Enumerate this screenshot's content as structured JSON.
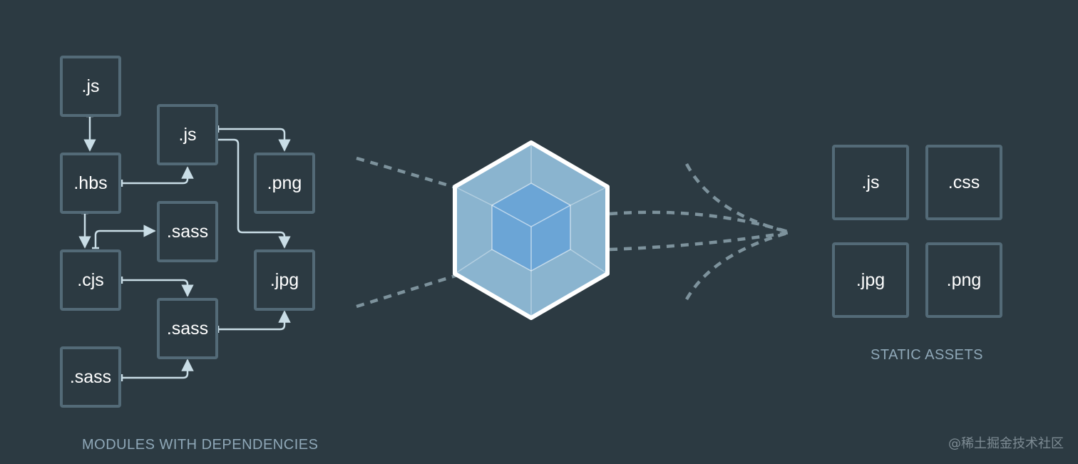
{
  "colors": {
    "background": "#2c3a42",
    "box_border": "#536a77",
    "arrow": "#c9dde6",
    "dashed": "#7d929c",
    "cube_outer": "#8ab4cf",
    "cube_inner": "#6ba5d6",
    "text": "#ffffff",
    "label": "#8fa8b8"
  },
  "modules": {
    "js_top": ".js",
    "hbs": ".hbs",
    "cjs": ".cjs",
    "sass_bottom": ".sass",
    "js_mid": ".js",
    "sass_mid": ".sass",
    "sass_low": ".sass",
    "png": ".png",
    "jpg": ".jpg"
  },
  "assets": {
    "js": ".js",
    "css": ".css",
    "jpg": ".jpg",
    "png": ".png"
  },
  "labels": {
    "modules": "MODULES WITH DEPENDENCIES",
    "assets": "STATIC ASSETS"
  },
  "watermark": "@稀土掘金技术社区",
  "icons": {
    "bundler": "cube-icon"
  }
}
